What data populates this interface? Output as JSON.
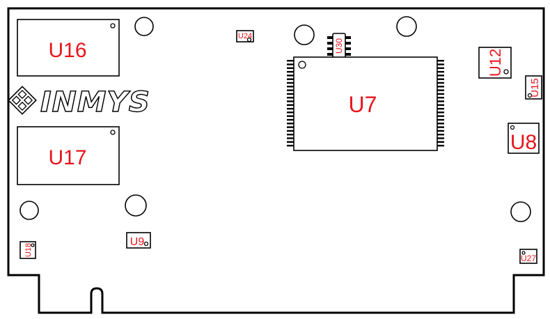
{
  "board": {
    "logo": {
      "text": "INMYS"
    },
    "components": {
      "u16": "U16",
      "u17": "U17",
      "u24": "U24",
      "u30": "U30",
      "u7": "U7",
      "u12": "U12",
      "u15": "U15",
      "u8": "U8",
      "u18": "U18",
      "u9": "U9",
      "u27": "U27"
    },
    "colors": {
      "label": "#e8141c",
      "outline": "#000000",
      "background": "#ffffff"
    }
  }
}
